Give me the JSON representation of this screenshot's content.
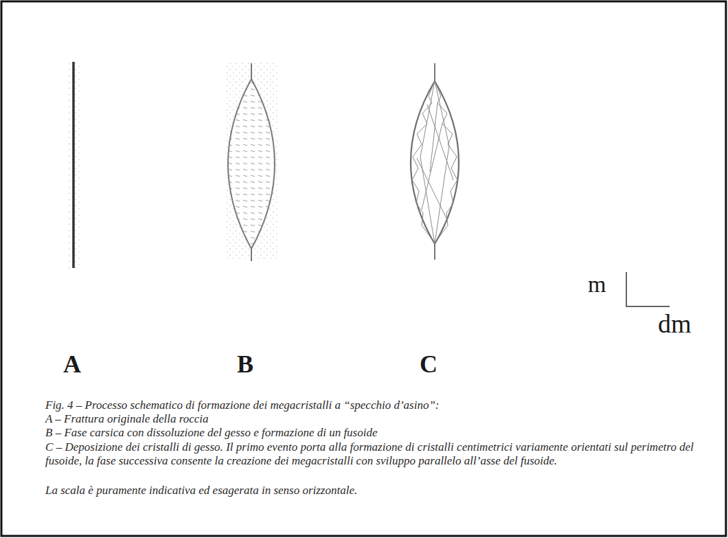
{
  "diagram": {
    "caption": "Fig. 4 – Processo schematico di formazione dei megacristalli a “specchio d’asino”:",
    "labels": [
      "m",
      "dm",
      "A",
      "B",
      "C",
      "A – Frattura originale della roccia",
      "B – Fase carsica con dissoluzione del gesso e formazione di un fusoide",
      "C – Deposizione dei cristalli di gesso. Il primo evento porta alla formazione di cristalli centimetrici variamente orientati sul perimetro del fusoide, la fase successiva consente la creazione dei megacristalli con sviluppo parallelo all’asse del fusoide.",
      "La scala è puramente indicativa ed esagerata in senso orizzontale."
    ]
  }
}
